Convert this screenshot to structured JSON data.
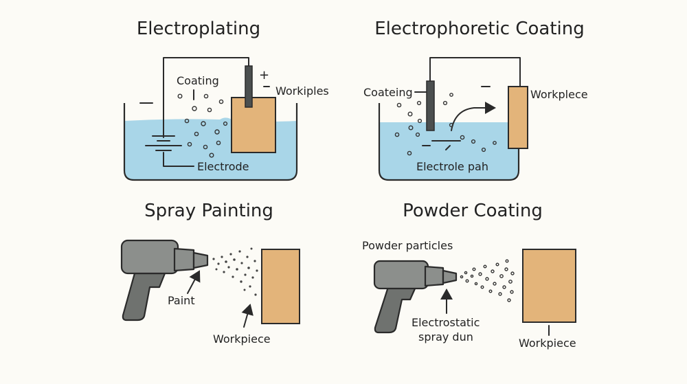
{
  "panels": {
    "electroplating": {
      "title": "Electroplating",
      "labels": {
        "coating": "Coating",
        "workpiece": "Workiples",
        "electrode": "Electrode",
        "polarity": "+"
      }
    },
    "electrophoretic": {
      "title": "Electrophoretic Coating",
      "labels": {
        "coating": "Coateing",
        "workpiece": "Workplece",
        "bath": "Electrole pah"
      }
    },
    "spray": {
      "title": "Spray Painting",
      "labels": {
        "paint": "Paint",
        "workpiece": "Workpiece"
      }
    },
    "powder": {
      "title": "Powder Coating",
      "labels": {
        "particles": "Powder particles",
        "gun_line1": "Electrostatic",
        "gun_line2": "spray dun",
        "workpiece": "Workpiece"
      }
    }
  },
  "colors": {
    "background": "#fcfbf6",
    "liquid": "#a9d6e8",
    "workpiece": "#e3b47a",
    "gun": "#8c8f8c",
    "ink": "#2a2a2a"
  }
}
